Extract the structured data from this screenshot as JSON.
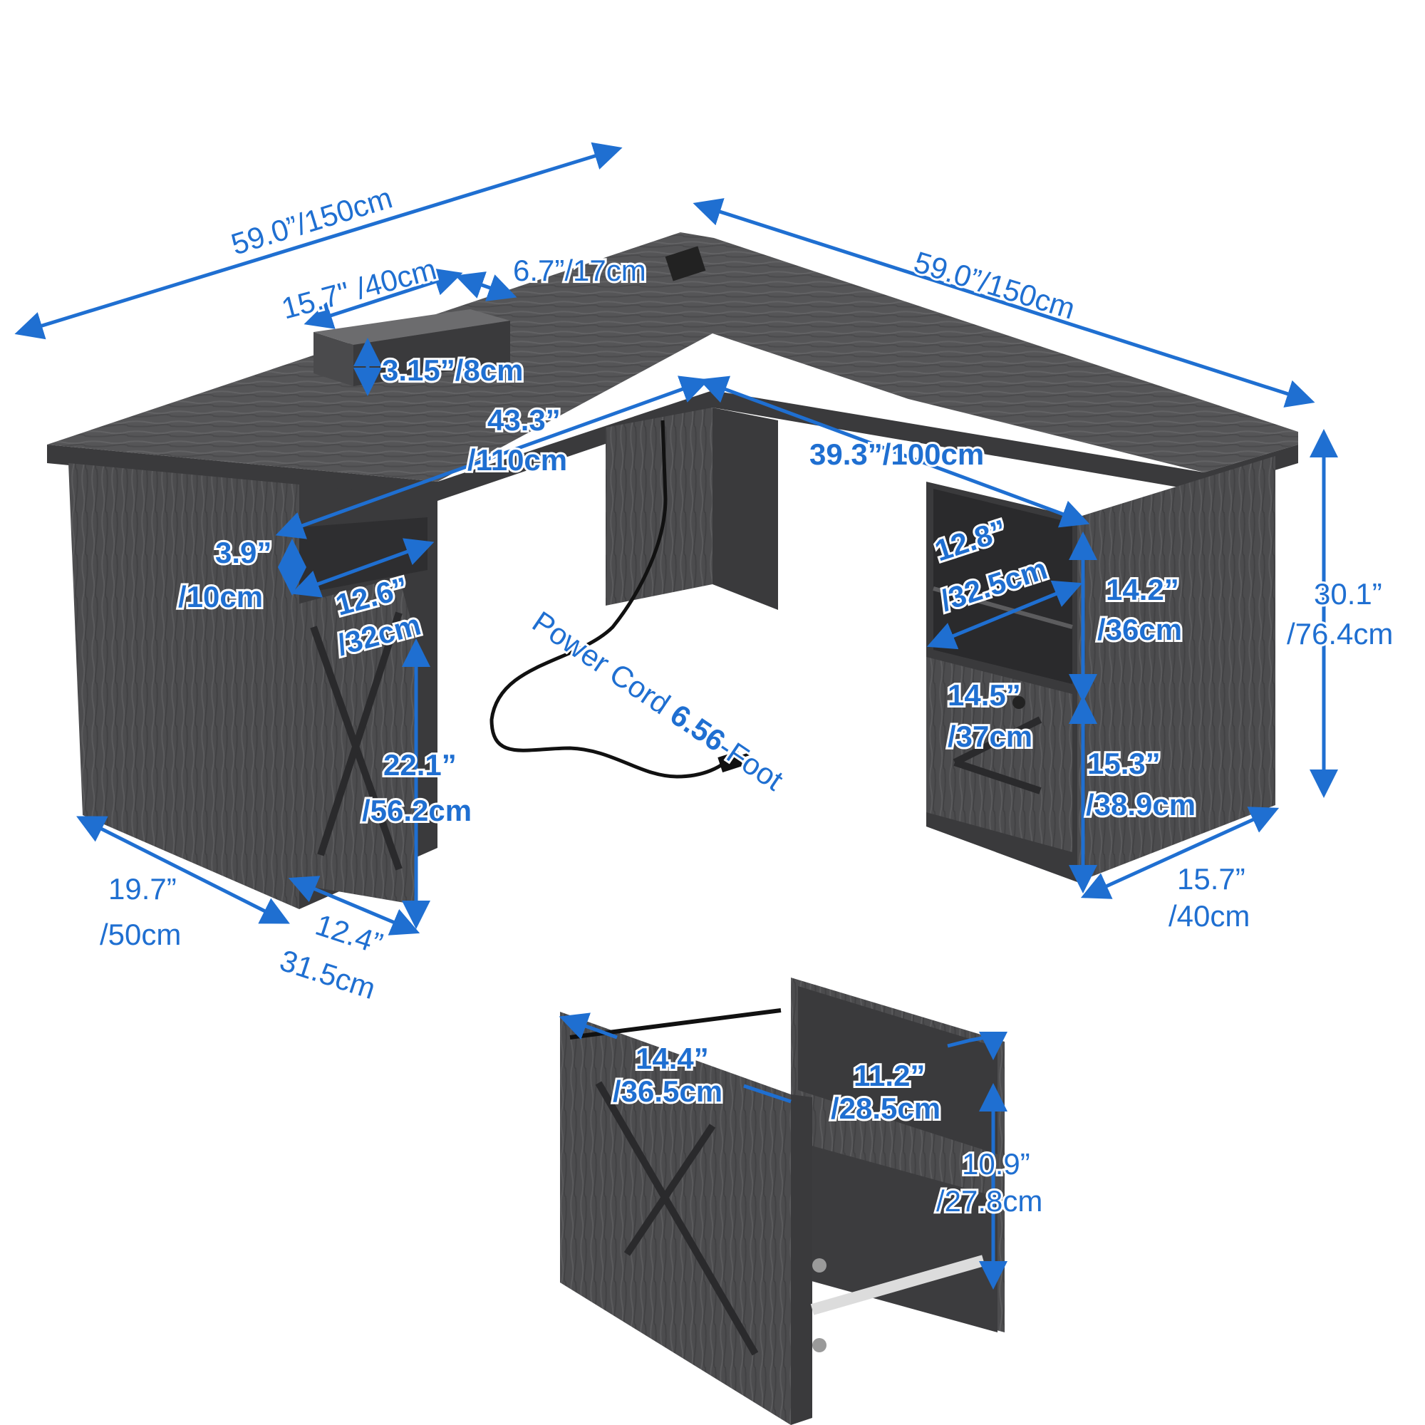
{
  "colors": {
    "dimension": "#1f6fd1",
    "wood": "#555557",
    "background": "#ffffff"
  },
  "labels": {
    "top_width_left": "59.0”/150cm",
    "top_width_right": "59.0”/150cm",
    "riser_width": "15.7\" /40cm",
    "riser_depth": "6.7”/17cm",
    "riser_height": "3.15”/8cm",
    "inner_left_1": "43.3”",
    "inner_left_2": "/110cm",
    "inner_right": "39.3”/100cm",
    "left_shelf_h_1": "3.9”",
    "left_shelf_h_2": "/10cm",
    "left_shelf_w_1": "12.6”",
    "left_shelf_w_2": "/32cm",
    "left_door_h_1": "22.1”",
    "left_door_h_2": "/56.2cm",
    "left_depth_1": "19.7”",
    "left_depth_2": "/50cm",
    "left_door_w_1": "12.4”",
    "left_door_w_2": "31.5cm",
    "cord_1": "Power Cord ",
    "cord_2": "6.56",
    "cord_3": "-Foot",
    "right_shelf_w_1": "12.8”",
    "right_shelf_w_2": "/32.5cm",
    "right_shelf_h_1": "14.2”",
    "right_shelf_h_2": "/36cm",
    "right_inner_w_1": "14.5”",
    "right_inner_w_2": "/37cm",
    "right_drawer_h_1": "15.3”",
    "right_drawer_h_2": "/38.9cm",
    "total_h_1": "30.1”",
    "total_h_2": "/76.4cm",
    "right_depth_1": "15.7”",
    "right_depth_2": "/40cm",
    "drawer_len_1": "14.4”",
    "drawer_len_2": "/36.5cm",
    "drawer_w_1": "11.2”",
    "drawer_w_2": "/28.5cm",
    "drawer_h_1": "10.9”",
    "drawer_h_2": "/27.8cm"
  }
}
